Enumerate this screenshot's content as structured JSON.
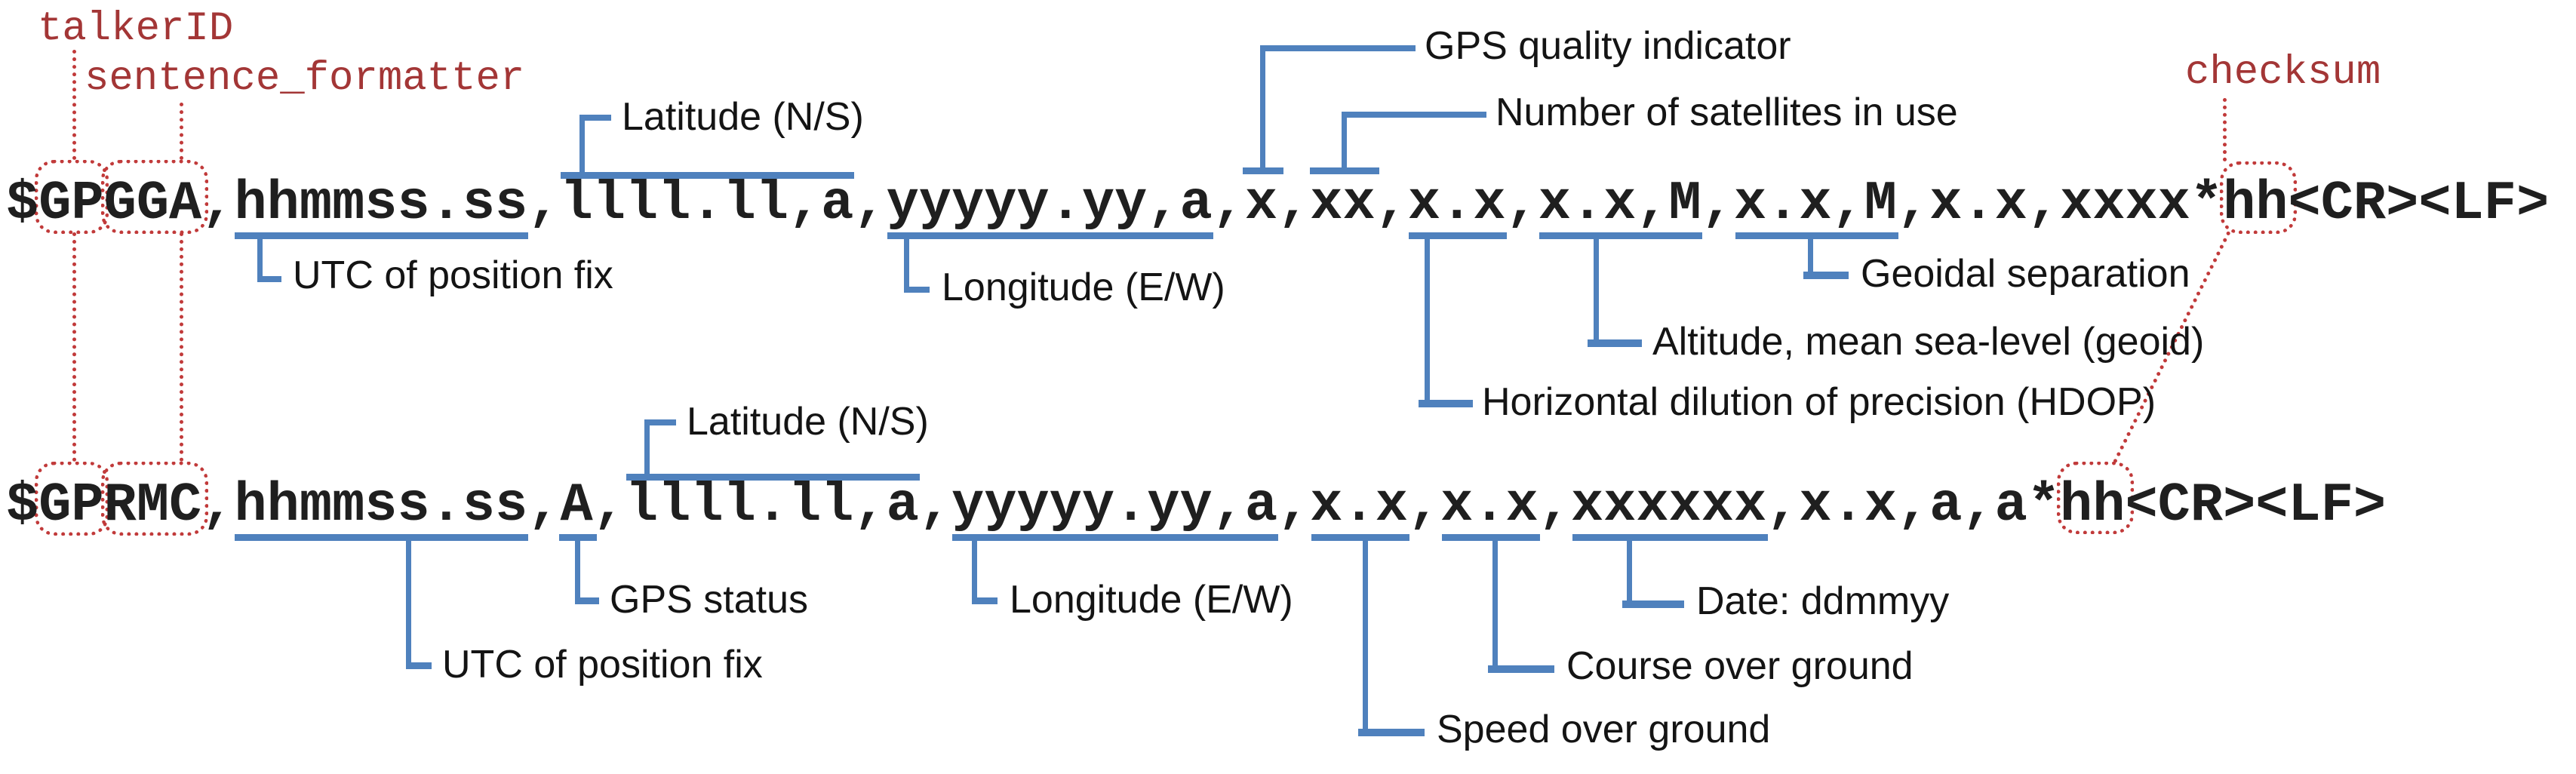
{
  "meta": {
    "colors": {
      "bracket_blue": "#4f81bd",
      "annotation_red_dotted": "#c13a3a",
      "annotation_red_text": "#a33636",
      "sentence_text": "#1f1f1f"
    }
  },
  "annotations": {
    "talker_id": "talkerID",
    "sentence_formatter": "sentence_formatter",
    "checksum": "checksum"
  },
  "sentences": {
    "gga": {
      "text": "$GPGGA,hhmmss.ss,llll.ll,a,yyyyy.yy,a,x,xx,x.x,x.x,M,x.x,M,x.x,xxxx*hh<CR><LF>",
      "labels": {
        "utc": "UTC of position fix",
        "latitude": "Latitude (N/S)",
        "longitude": "Longitude (E/W)",
        "quality": "GPS quality indicator",
        "satellites": "Number of satellites in use",
        "hdop": "Horizontal dilution of precision (HDOP)",
        "altitude": "Altitude, mean sea-level (geoid)",
        "geoidal": "Geoidal separation"
      }
    },
    "rmc": {
      "text": "$GPRMC,hhmmss.ss,A,llll.ll,a,yyyyy.yy,a,x.x,x.x,xxxxxx,x.x,a,a*hh<CR><LF>",
      "labels": {
        "utc": "UTC of position fix",
        "status": "GPS status",
        "latitude": "Latitude (N/S)",
        "longitude": "Longitude (E/W)",
        "speed": "Speed over ground",
        "course": "Course over ground",
        "date": "Date: ddmmyy"
      }
    }
  }
}
